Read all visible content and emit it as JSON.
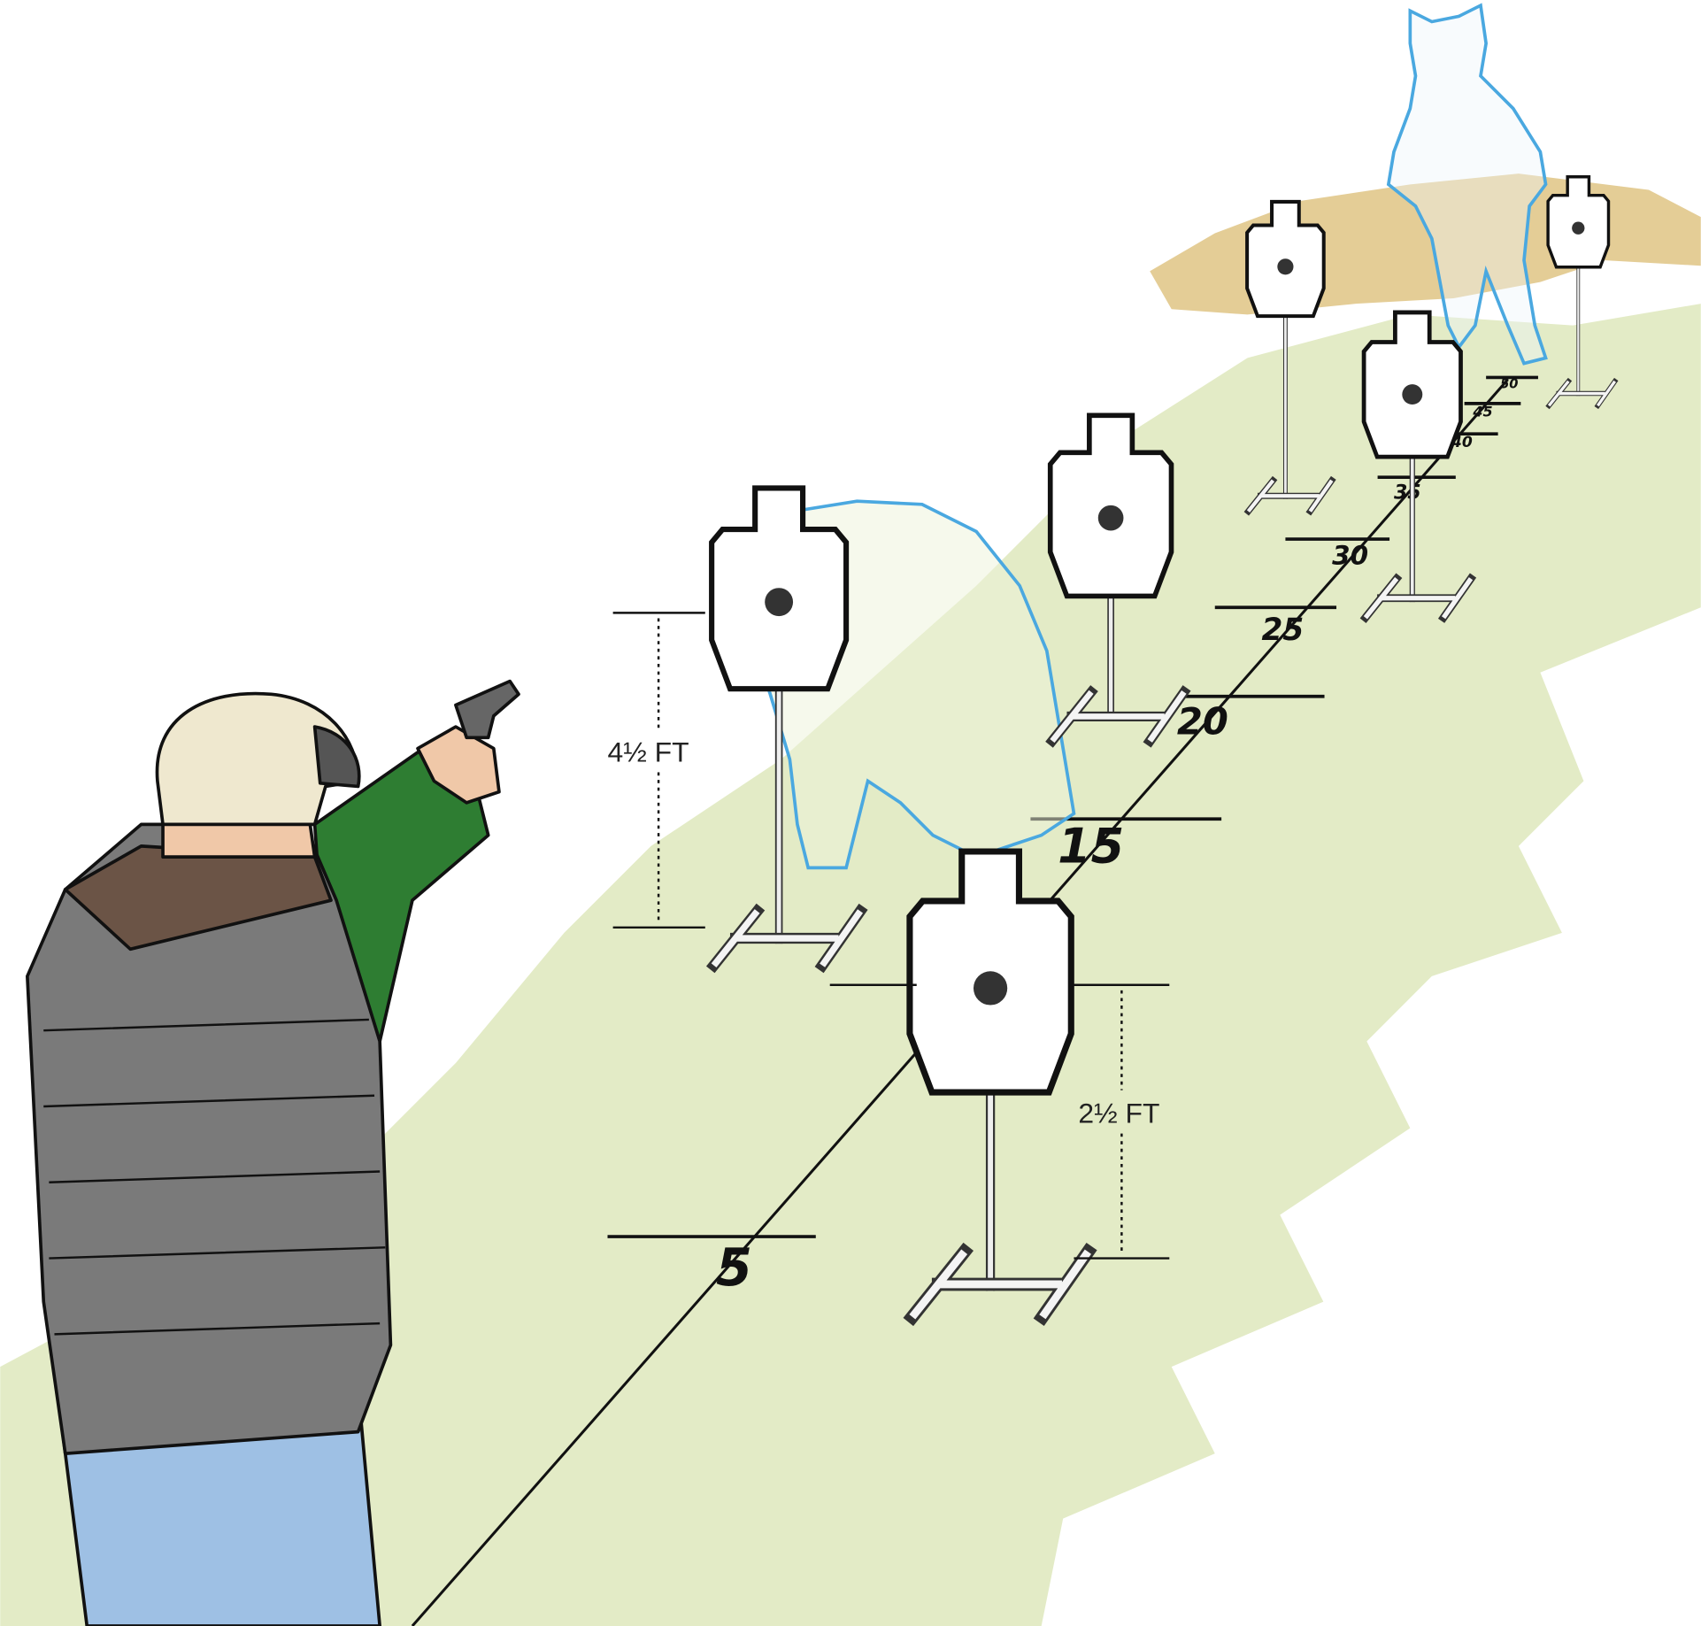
{
  "distance_markers": [
    "5",
    "15",
    "20",
    "25",
    "30",
    "35",
    "40",
    "45",
    "50"
  ],
  "height_labels": {
    "upper_target": "4½ FT",
    "lower_target": "2½ FT"
  },
  "colors": {
    "grass": "#e3ebc6",
    "bear_outline": "#4aa8e0",
    "dry_grass": "#d9b86a",
    "vest": "#7a7a7a",
    "shirt": "#2e7d32",
    "jeans": "#9ec0e4",
    "cap": "#efe8cf"
  }
}
